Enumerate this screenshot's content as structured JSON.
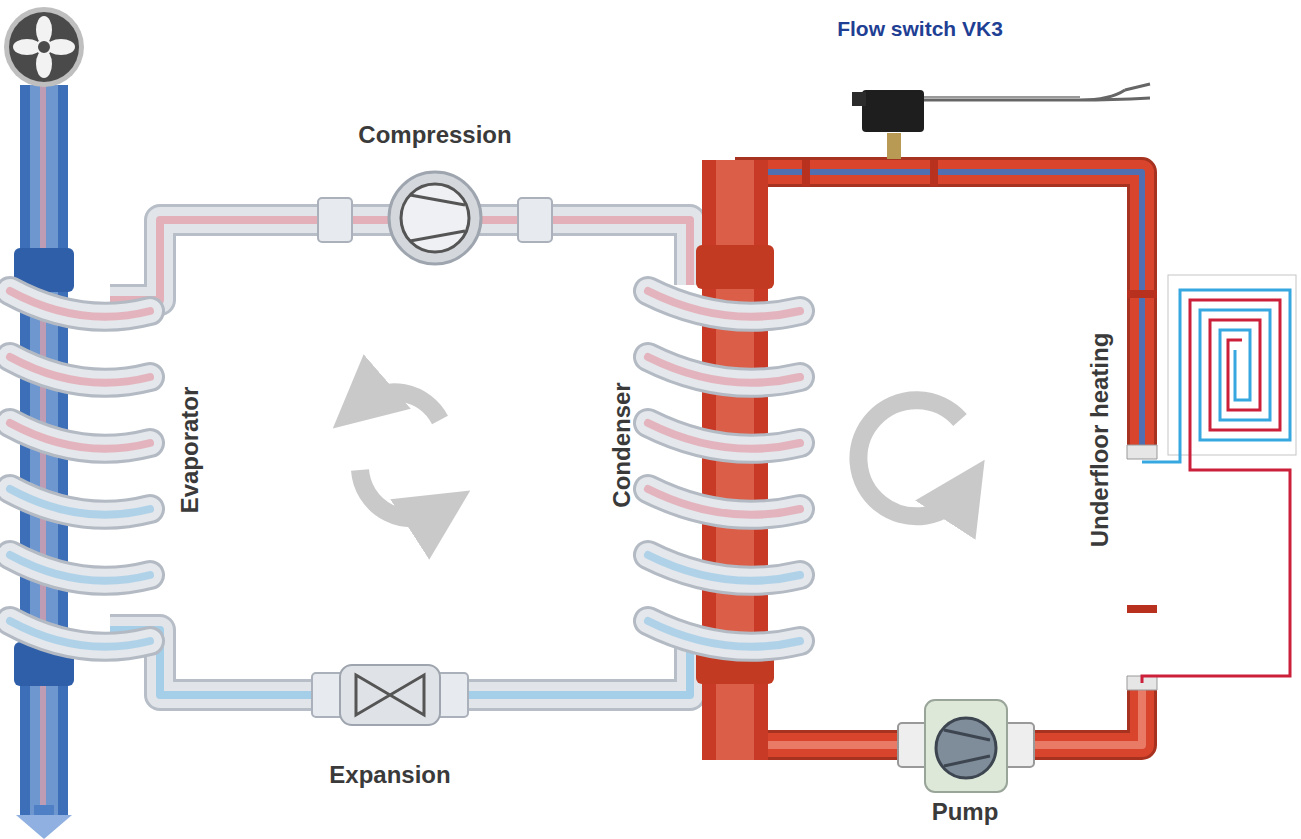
{
  "diagram": {
    "labels": [
      "Flow switch VK3",
      "Compression",
      "Evaporator",
      "Condenser",
      "Underfloor heating",
      "Expansion",
      "Pump"
    ]
  }
}
